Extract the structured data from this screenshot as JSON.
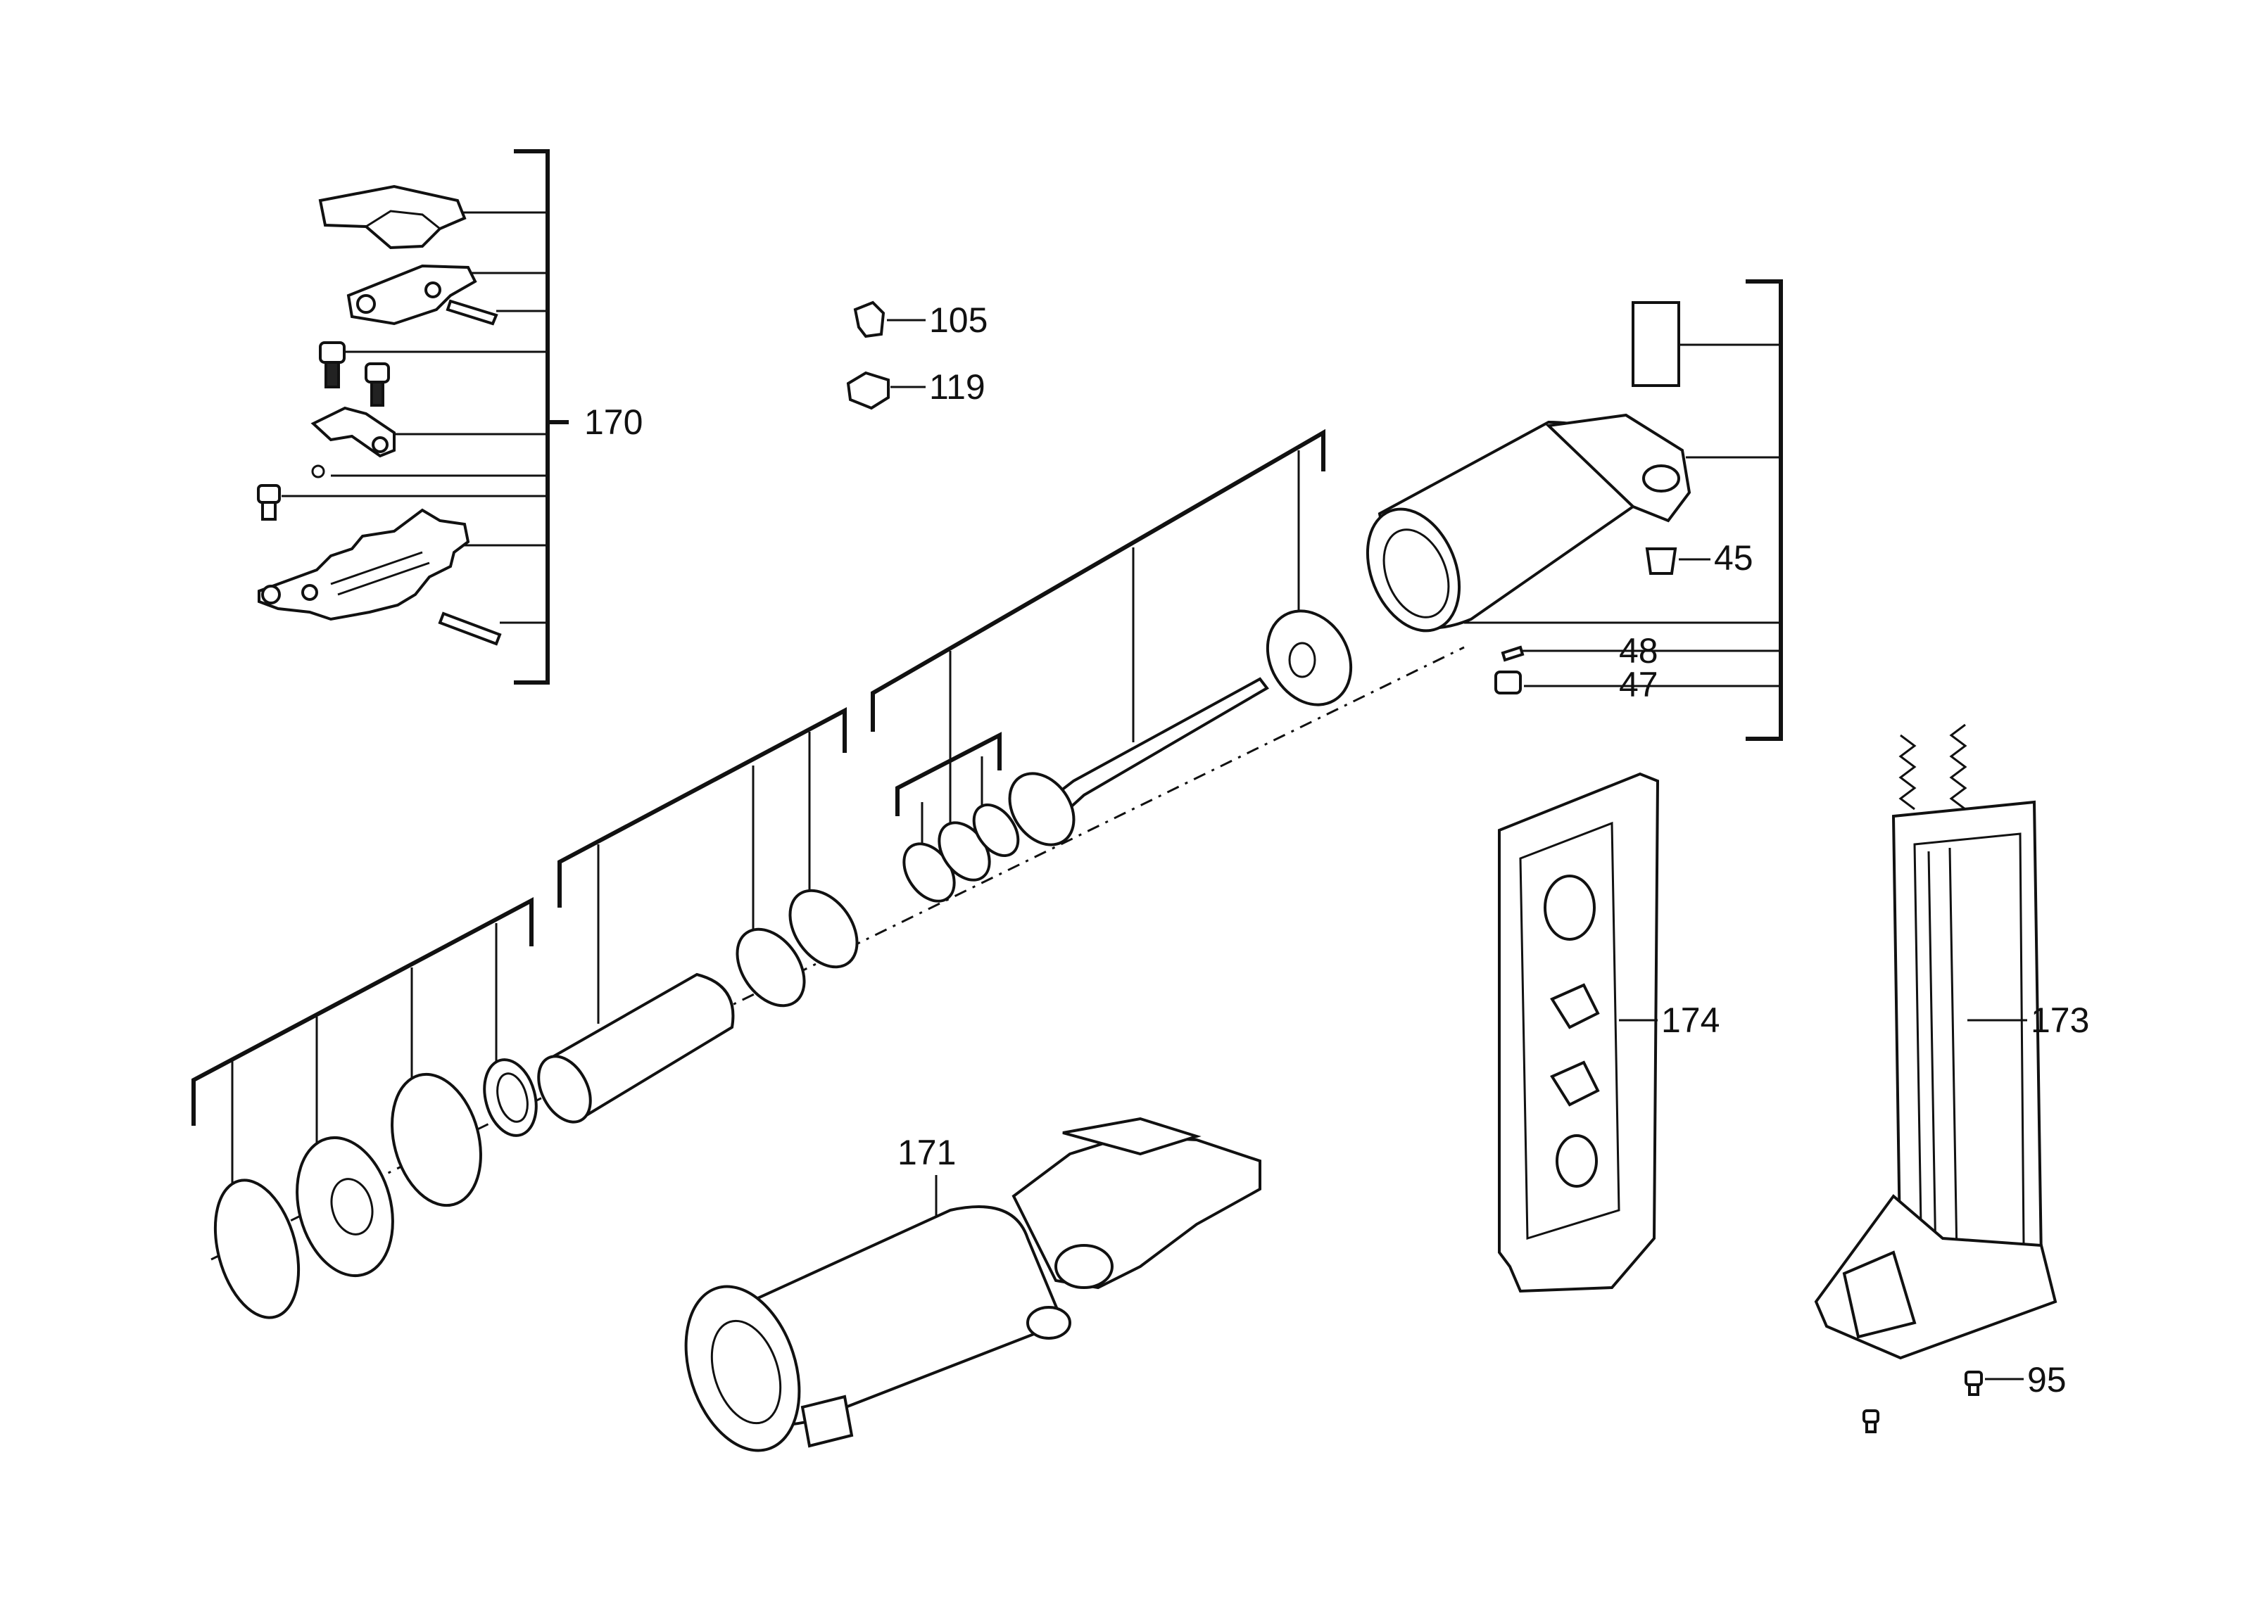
{
  "callouts": {
    "c170": "170",
    "c105": "105",
    "c119": "119",
    "c45": "45",
    "c48": "48",
    "c47": "47",
    "c174": "174",
    "c173": "173",
    "c171": "171",
    "c95": "95"
  },
  "colors": {
    "ink": "#111111",
    "background": "#ffffff"
  }
}
